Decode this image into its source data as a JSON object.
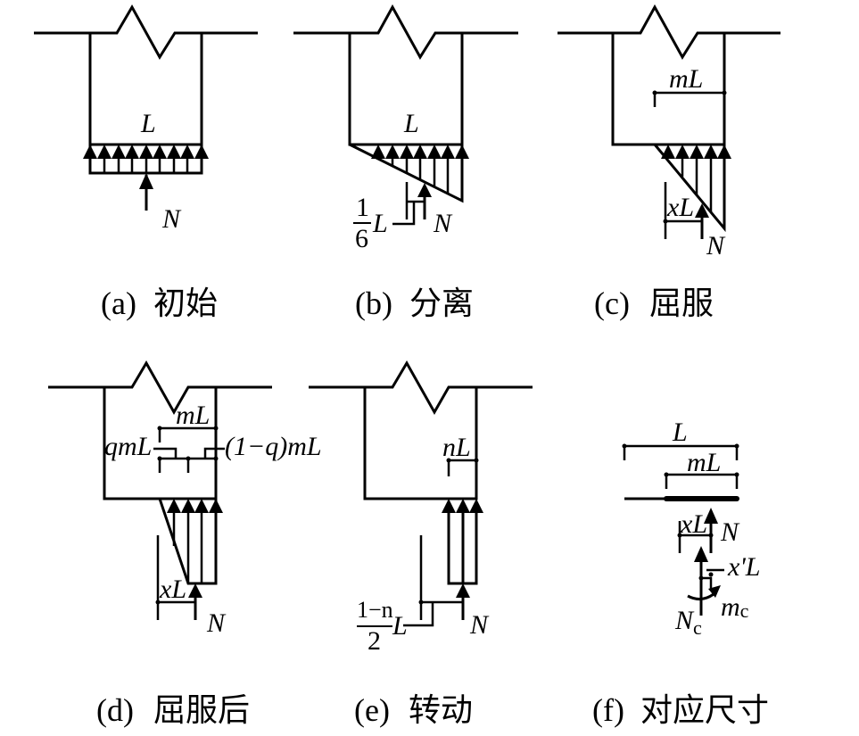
{
  "figure": {
    "panels": [
      {
        "id": "a",
        "caption_letter": "(a)",
        "caption_text": "初始",
        "labels": {
          "width": "L",
          "force": "N"
        }
      },
      {
        "id": "b",
        "caption_letter": "(b)",
        "caption_text": "分离",
        "labels": {
          "width": "L",
          "force": "N",
          "offset_num": "1",
          "offset_den": "6",
          "offset_unit": "L"
        }
      },
      {
        "id": "c",
        "caption_letter": "(c)",
        "caption_text": "屈服",
        "labels": {
          "yield_length": "mL",
          "offset": "xL",
          "force": "N"
        }
      },
      {
        "id": "d",
        "caption_letter": "(d)",
        "caption_text": "屈服后",
        "labels": {
          "yield_length": "mL",
          "left_part": "qmL",
          "right_part": "(1−q)mL",
          "offset": "xL",
          "force": "N"
        }
      },
      {
        "id": "e",
        "caption_letter": "(e)",
        "caption_text": "转动",
        "labels": {
          "contact_length": "nL",
          "offset_num": "1−n",
          "offset_den": "2",
          "offset_unit": "L",
          "force": "N"
        }
      },
      {
        "id": "f",
        "caption_letter": "(f)",
        "caption_text": "对应尺寸",
        "labels": {
          "total": "L",
          "yield_length": "mL",
          "offset": "xL",
          "force": "N",
          "offset2": "x'L",
          "moment": "m",
          "moment_sub": "c",
          "force_c": "N",
          "force_c_sub": "c"
        }
      }
    ]
  }
}
